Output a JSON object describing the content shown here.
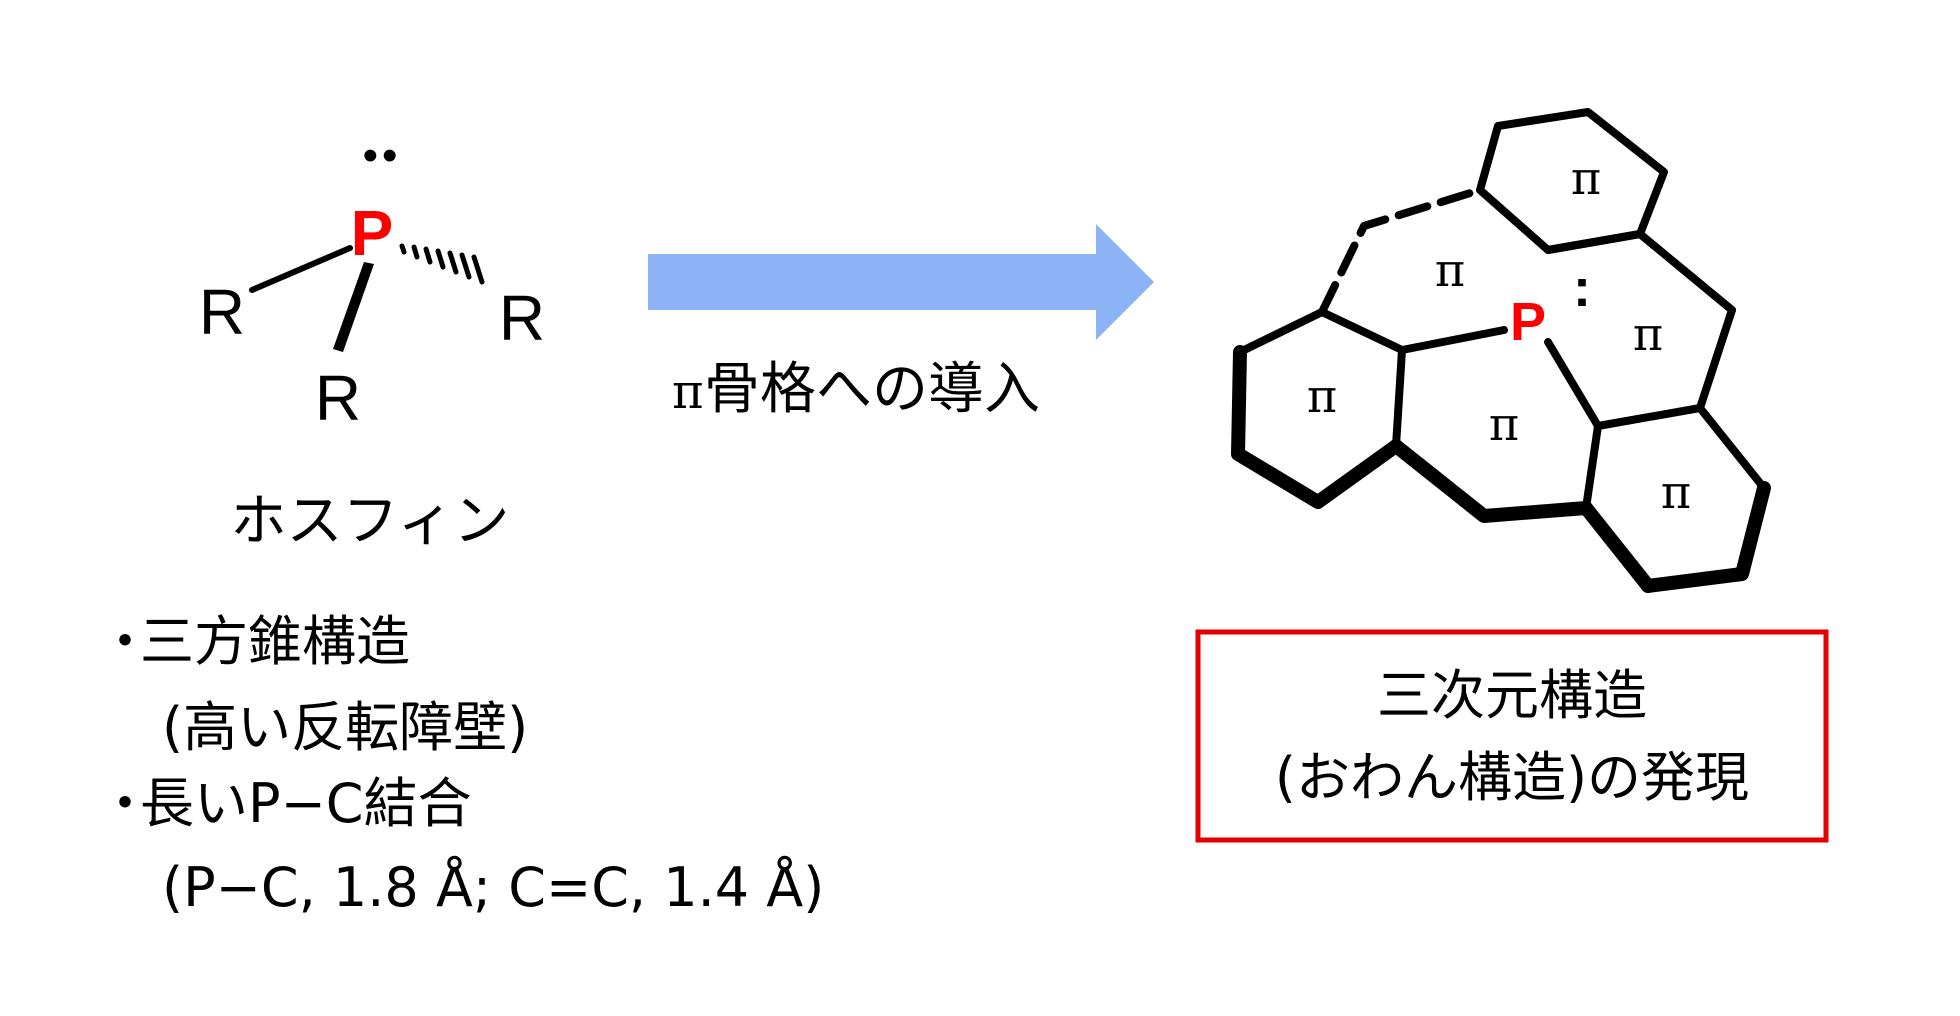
{
  "colors": {
    "phosphorus": "#ff0000",
    "arrow": "#8db3f7",
    "box_border": "#e60000",
    "ink": "#000000"
  },
  "phosphine": {
    "lone_pair": "••",
    "p_atom": "P",
    "r_left": "R",
    "r_right": "R",
    "r_bottom": "R",
    "name": "ホスフィン"
  },
  "arrow": {
    "label_pi": "π",
    "label_text": "骨格への導入"
  },
  "properties": [
    {
      "bullet": "・",
      "main": "三方錐構造",
      "sub": "(高い反転障壁)"
    },
    {
      "bullet": "・",
      "main": "長いP−C結合",
      "sub": "(P−C, 1.8 Å; C=C, 1.4 Å)"
    }
  ],
  "product": {
    "p_atom": "P",
    "lone_pair": ":",
    "pi_labels": [
      "π",
      "π",
      "π",
      "π",
      "π",
      "π"
    ],
    "result_line1": "三次元構造",
    "result_line2": "(おわん構造)の発現"
  }
}
